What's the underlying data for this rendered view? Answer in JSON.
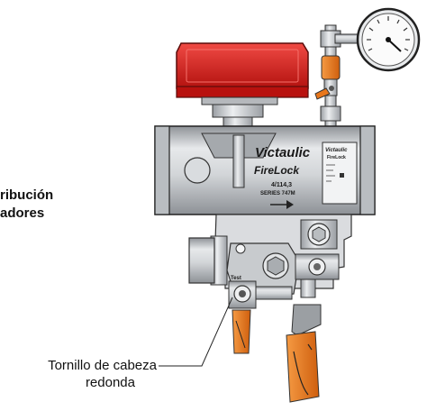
{
  "callouts": {
    "left_line1": "ribución",
    "left_line2": "adores",
    "screw_line1": "Tornillo de cabeza",
    "screw_line2": "redonda"
  },
  "valve_marks": {
    "brand": "Victaulic",
    "model": "FireLock",
    "size": "4/114,3",
    "series": "SERIES 747M",
    "tag_brand": "Victaulic",
    "tag_model": "FireLock",
    "test_label": "Test"
  },
  "colors": {
    "alarm_red": "#d9201f",
    "handle_orange": "#e8771c",
    "steel": "#c9ccd0",
    "outline": "#222222"
  }
}
